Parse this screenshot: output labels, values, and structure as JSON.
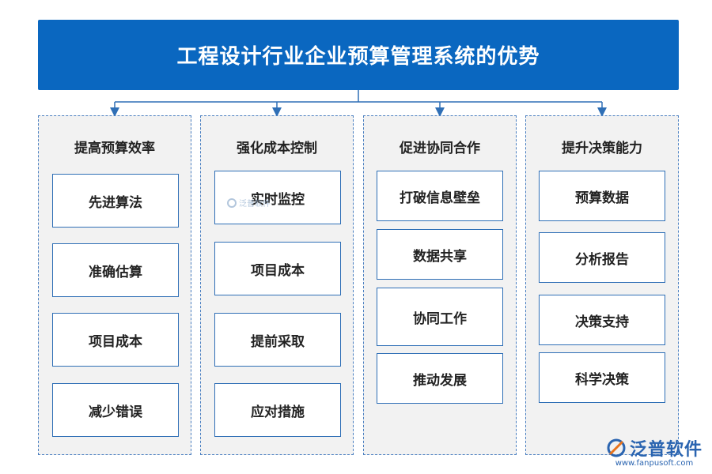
{
  "title": "工程设计行业企业预算管理系统的优势",
  "columns": [
    {
      "heading": "提高预算效率",
      "items": [
        "先进算法",
        "准确估算",
        "项目成本",
        "减少错误"
      ]
    },
    {
      "heading": "强化成本控制",
      "items": [
        "实时监控",
        "项目成本",
        "提前采取",
        "应对措施"
      ]
    },
    {
      "heading": "促进协同合作",
      "items": [
        "打破信息壁垒",
        "数据共享",
        "协同工作",
        "推动发展"
      ]
    },
    {
      "heading": "提升决策能力",
      "items": [
        "预算数据",
        "分析报告",
        "决策支持",
        "科学决策"
      ]
    }
  ],
  "watermark": "泛普软件",
  "logo": {
    "name": "泛普软件",
    "url": "www.fanpusoft.com"
  },
  "colors": {
    "title_bg": "#0a67c0",
    "border": "#2f6fb6",
    "panel_bg": "#f2f2f2"
  }
}
